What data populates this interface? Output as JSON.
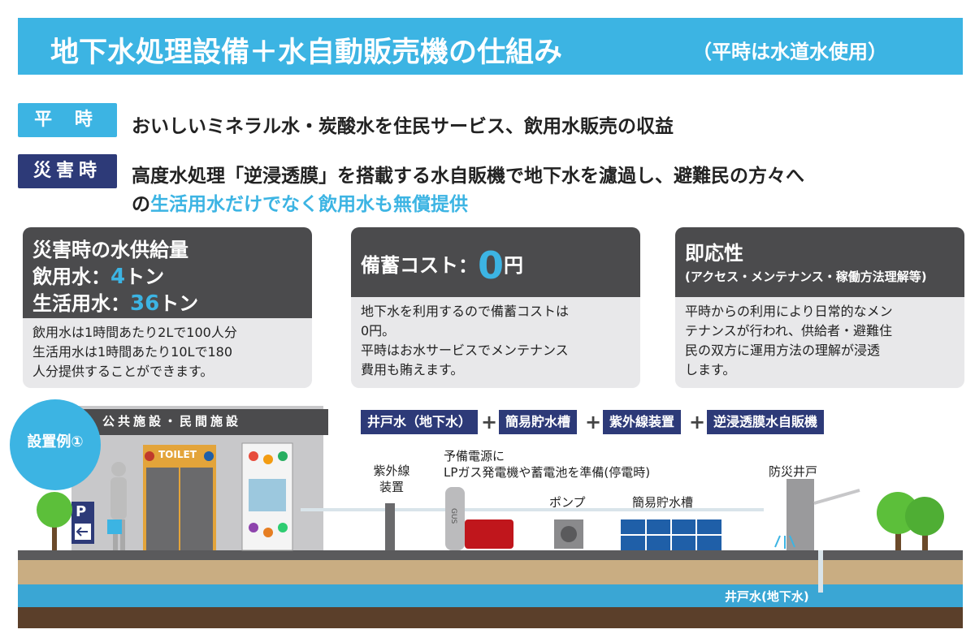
{
  "title": {
    "main": "地下水処理設備＋水自動販売機の仕組み",
    "sub": "（平時は水道水使用）"
  },
  "normal": {
    "tag": "平 時",
    "text": "おいしいミネラル水・炭酸水を住民サービス、飲用水販売の収益"
  },
  "disaster": {
    "tag": "災害時",
    "text_line1": "高度水処理「逆浸透膜」を搭載する水自販機で地下水を濾過し、避難民の方々へ",
    "text_line2_prefix": "の",
    "text_line2_highlight": "生活用水だけでなく飲用水も無償提供"
  },
  "panels": {
    "supply": {
      "heading": "災害時の水供給量",
      "drink_label": "飲用水：",
      "drink_value": "4",
      "drink_unit": "トン",
      "life_label": "生活用水：",
      "life_value": "36",
      "life_unit": "トン",
      "body": [
        "飲用水は1時間あたり2Lで100人分",
        "生活用水は1時間あたり10Lで180",
        "人分提供することができます。"
      ]
    },
    "cost": {
      "heading": "備蓄コスト：",
      "value": "0",
      "unit": "円",
      "body": [
        "地下水を利用するので備蓄コストは",
        "0円。",
        "平時はお水サービスでメンテナンス",
        "費用も賄えます。"
      ]
    },
    "readiness": {
      "heading": "即応性",
      "subheading": "(アクセス・メンテナンス・稼働方法理解等)",
      "body": [
        "平時からの利用により日常的なメン",
        "テナンスが行われ、供給者・避難住",
        "民の双方に運用方法の理解が浸透",
        "します。"
      ]
    }
  },
  "scene": {
    "example_badge": "設置例①",
    "facility_sign": "公共施設・民間施設",
    "toilet_sign": "TOILET",
    "parking_sign": "P",
    "chain": [
      "井戸水（地下水）",
      "簡易貯水槽",
      "紫外線装置",
      "逆浸透膜水自販機"
    ],
    "chain_plus": "+",
    "uv_label": [
      "紫外線",
      "装置"
    ],
    "power_label": [
      "予備電源に",
      "LPガス発電機や蓄電池を準備(停電時)"
    ],
    "gas_text": "GUS",
    "pump_label": "ポンプ",
    "tank_label": "簡易貯水槽",
    "well_label": "防災井戸",
    "groundwater_label": "井戸水(地下水)"
  },
  "colors": {
    "accent": "#3cb4e3",
    "navy": "#2d3a78",
    "dark": "#4b4b4d",
    "panel": "#e8e8ea"
  }
}
